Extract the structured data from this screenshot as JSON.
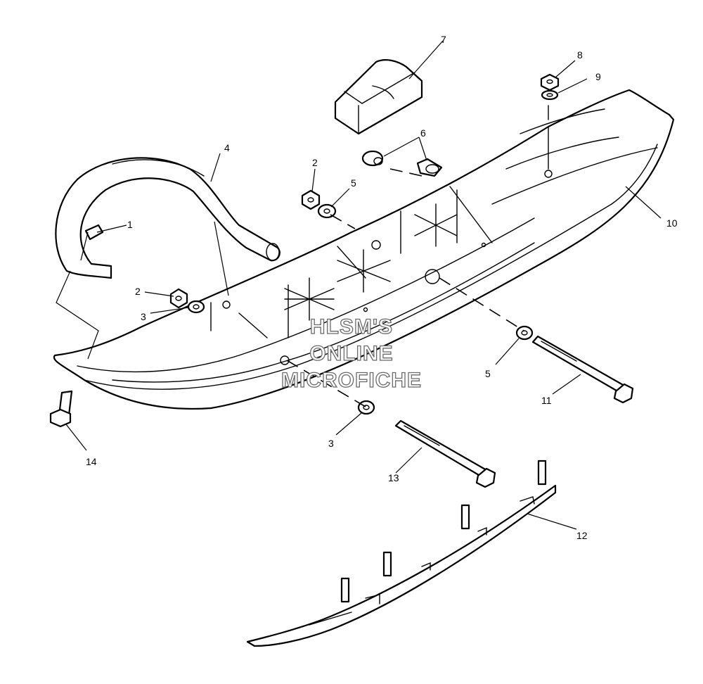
{
  "diagram": {
    "watermark": [
      "HLSM'S",
      "ONLINE",
      "MICROFICHE"
    ],
    "callouts": [
      {
        "id": "c1",
        "text": "1"
      },
      {
        "id": "c2a",
        "text": "2"
      },
      {
        "id": "c2b",
        "text": "2"
      },
      {
        "id": "c3a",
        "text": "3"
      },
      {
        "id": "c3b",
        "text": "3"
      },
      {
        "id": "c4",
        "text": "4"
      },
      {
        "id": "c5a",
        "text": "5"
      },
      {
        "id": "c5b",
        "text": "5"
      },
      {
        "id": "c6",
        "text": "6"
      },
      {
        "id": "c7",
        "text": "7"
      },
      {
        "id": "c8",
        "text": "8"
      },
      {
        "id": "c9",
        "text": "9"
      },
      {
        "id": "c10",
        "text": "10"
      },
      {
        "id": "c11",
        "text": "11"
      },
      {
        "id": "c12",
        "text": "12"
      },
      {
        "id": "c13",
        "text": "13"
      },
      {
        "id": "c14",
        "text": "14"
      }
    ]
  }
}
